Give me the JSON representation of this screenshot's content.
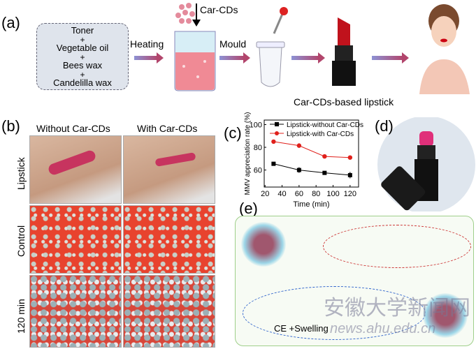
{
  "panel_a": {
    "label": "(a)",
    "ingredients": [
      "Toner",
      "Vegetable oil",
      "Bees wax",
      "Candelilla wax"
    ],
    "plus": "+",
    "step1": "Heating",
    "additive": "Car-CDs",
    "step2": "Mould",
    "product": "Car-CDs-based lipstick"
  },
  "panel_b": {
    "label": "(b)",
    "columns": [
      "Without Car-CDs",
      "With Car-CDs"
    ],
    "rows": [
      "Lipstick",
      "Control",
      "120 min"
    ]
  },
  "panel_d": {
    "label": "(d)"
  },
  "panel_e": {
    "label": "(e)",
    "caption": "CE +Swelling",
    "watermark_cn": "安徽大学新闻网",
    "watermark_url": "news.ahu.edu.cn"
  },
  "colors": {
    "series_black": "#000000",
    "series_red": "#e0201b",
    "frame_green": "#9fcf8a"
  },
  "chart_data": {
    "type": "line",
    "label": "(c)",
    "xlabel": "Time (min)",
    "ylabel": "MMV appreciation rate (%)",
    "xlim": [
      19,
      130
    ],
    "ylim": [
      45,
      104
    ],
    "xticks": [
      20,
      40,
      60,
      80,
      100,
      120
    ],
    "yticks": [
      60,
      80,
      100
    ],
    "legend_position": "top",
    "series": [
      {
        "name": "Lipstick-without Car-CDs",
        "color": "#000000",
        "marker": "square",
        "x": [
          30,
          60,
          90,
          120
        ],
        "y": [
          65.5,
          60,
          57.5,
          55.5
        ],
        "err": [
          0.8,
          2.5,
          1,
          2.8
        ]
      },
      {
        "name": "Lipstick-with Car-CDs",
        "color": "#e0201b",
        "marker": "circle",
        "x": [
          30,
          60,
          90,
          120
        ],
        "y": [
          85,
          81.5,
          72,
          71
        ],
        "err": [
          1.5,
          2,
          1,
          0.8
        ]
      }
    ]
  }
}
